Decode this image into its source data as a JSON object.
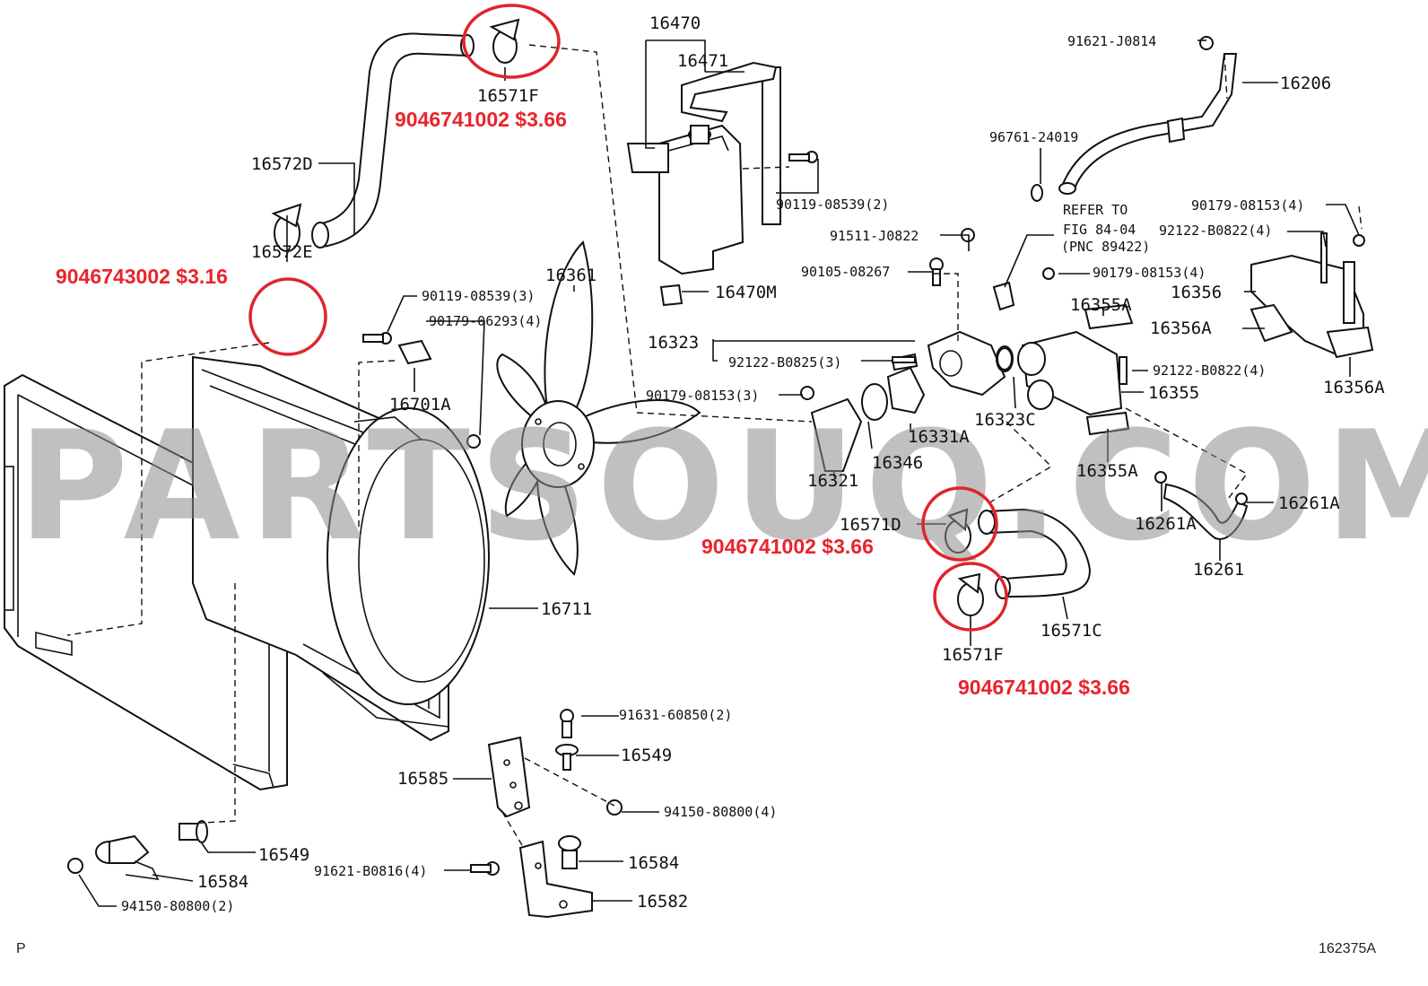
{
  "watermark": "PARTSOUQ.COM",
  "diagram_code": "162375A",
  "footer_mark": "P",
  "labels": {
    "p16470": "16470",
    "p16471": "16471",
    "p16470m": "16470M",
    "p90119_2": "90119-08539(2)",
    "p91511": "91511-J0822",
    "p90105": "90105-08267",
    "p16323": "16323",
    "p92122_b0825": "92122-B0825(3)",
    "p90179_3": "90179-08153(3)",
    "p16323c": "16323C",
    "p16331a": "16331A",
    "p16346": "16346",
    "p16321": "16321",
    "p91621_j": "91621-J0814",
    "p16206": "16206",
    "p96761": "96761-24019",
    "refer1": "REFER TO",
    "refer2": "FIG 84-04",
    "refer3": "(PNC 89422)",
    "p90179_4a": "90179-08153(4)",
    "p92122_b0822a": "92122-B0822(4)",
    "p90179_4b": "90179-08153(4)",
    "p16356": "16356",
    "p16356a": "16356A",
    "p16356a2": "16356A",
    "p16355a": "16355A",
    "p92122_b0822b": "92122-B0822(4)",
    "p16355": "16355",
    "p16355a2": "16355A",
    "p16571f_top": "16571F",
    "p16572d": "16572D",
    "p16572e": "16572E",
    "p90119_3": "90119-08539(3)",
    "p90179_06293": "90179-06293(4)",
    "p16361": "16361",
    "p16701a": "16701A",
    "p16711": "16711",
    "p16571d": "16571D",
    "p16571c": "16571C",
    "p16571f_bot": "16571F",
    "p16261a_r": "16261A",
    "p16261a_l": "16261A",
    "p16261": "16261",
    "p91631": "91631-60850(2)",
    "p16549a": "16549",
    "p16585": "16585",
    "p94150_4": "94150-80800(4)",
    "p16549b": "16549",
    "p16584a": "16584",
    "p94150_2": "94150-80800(2)",
    "p91621_b": "91621-B0816(4)",
    "p16584b": "16584",
    "p16582": "16582"
  },
  "prices": {
    "price_top": "9046741002 $3.66",
    "price_left": "9046743002 $3.16",
    "price_mid": "9046741002 $3.66",
    "price_bot": "9046741002 $3.66"
  },
  "colors": {
    "highlight": "#e0242b",
    "price_text": "#e8242c",
    "watermark": "#8d8d8d"
  }
}
